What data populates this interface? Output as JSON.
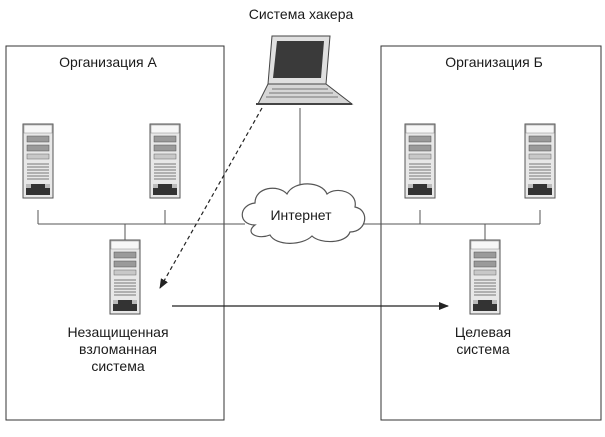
{
  "hacker_label": "Система хакера",
  "org_a": {
    "title": "Организация А"
  },
  "org_b": {
    "title": "Организация Б"
  },
  "internet_label": "Интернет",
  "compromised_label": "Незащищенная\nвзломанная\nсистема",
  "target_label": "Целевая\nсистема"
}
